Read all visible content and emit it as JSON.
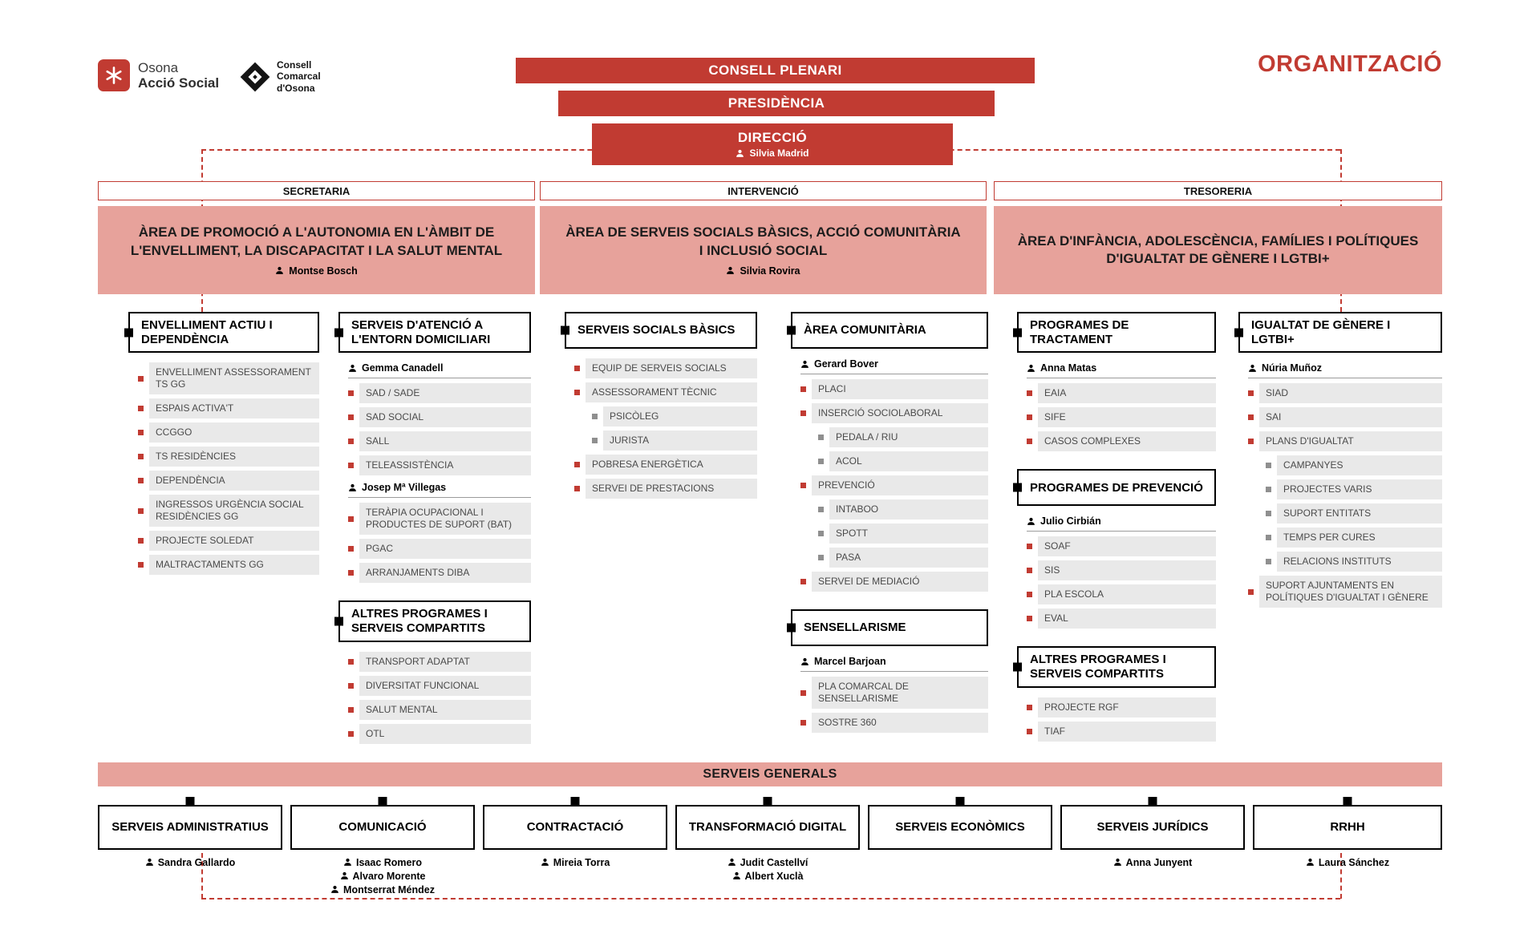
{
  "title": "ORGANITZACIÓ",
  "logos": {
    "osona": {
      "name1": "Osona",
      "name2": "Acció Social"
    },
    "consell": {
      "name1": "Consell",
      "name2": "Comarcal",
      "name3": "d'Osona"
    }
  },
  "hierarchy": {
    "level1": "CONSELL PLENARI",
    "level2": "PRESIDÈNCIA",
    "level3": {
      "label": "DIRECCIÓ",
      "person": "Silvia Madrid"
    }
  },
  "officers": [
    "SECRETARIA",
    "INTERVENCIÓ",
    "TRESORERIA"
  ],
  "areas": [
    {
      "title": "ÀREA DE PROMOCIÓ A L'AUTONOMIA EN L'ÀMBIT DE L'ENVELLIMENT, LA DISCAPACITAT I LA SALUT MENTAL",
      "person": "Montse Bosch"
    },
    {
      "title": "ÀREA DE SERVEIS SOCIALS BÀSICS, ACCIÓ COMUNITÀRIA I INCLUSIÓ SOCIAL",
      "person": "Silvia Rovira"
    },
    {
      "title": "ÀREA D'INFÀNCIA, ADOLESCÈNCIA, FAMÍLIES I POLÍTIQUES D'IGUALTAT DE GÈNERE I LGTBI+",
      "person": ""
    }
  ],
  "columns": [
    {
      "blocks": [
        {
          "type": "header",
          "text": "ENVELLIMENT ACTIU I DEPENDÈNCIA"
        },
        {
          "type": "item",
          "level": 1,
          "text": "ENVELLIMENT ASSESSORAMENT TS GG"
        },
        {
          "type": "item",
          "level": 1,
          "text": "ESPAIS ACTIVA'T"
        },
        {
          "type": "item",
          "level": 1,
          "text": "CCGGO"
        },
        {
          "type": "item",
          "level": 1,
          "text": "TS RESIDÈNCIES"
        },
        {
          "type": "item",
          "level": 1,
          "text": "DEPENDÈNCIA"
        },
        {
          "type": "item",
          "level": 1,
          "text": "INGRESSOS URGÈNCIA SOCIAL RESIDÈNCIES GG"
        },
        {
          "type": "item",
          "level": 1,
          "text": "PROJECTE SOLEDAT"
        },
        {
          "type": "item",
          "level": 1,
          "text": "MALTRACTAMENTS GG"
        }
      ]
    },
    {
      "blocks": [
        {
          "type": "header",
          "text": "SERVEIS D'ATENCIÓ A L'ENTORN DOMICILIARI"
        },
        {
          "type": "person",
          "name": "Gemma Canadell"
        },
        {
          "type": "item",
          "level": 1,
          "text": "SAD / SADE"
        },
        {
          "type": "item",
          "level": 1,
          "text": "SAD SOCIAL"
        },
        {
          "type": "item",
          "level": 1,
          "text": "SALL"
        },
        {
          "type": "item",
          "level": 1,
          "text": "TELEASSISTÈNCIA"
        },
        {
          "type": "person",
          "name": "Josep Mª Villegas"
        },
        {
          "type": "item",
          "level": 1,
          "text": "TERÀPIA OCUPACIONAL I PRODUCTES DE SUPORT (BAT)"
        },
        {
          "type": "item",
          "level": 1,
          "text": "PGAC"
        },
        {
          "type": "item",
          "level": 1,
          "text": "ARRANJAMENTS DIBA"
        },
        {
          "type": "header",
          "text": "ALTRES PROGRAMES I SERVEIS COMPARTITS"
        },
        {
          "type": "item",
          "level": 1,
          "text": "TRANSPORT ADAPTAT"
        },
        {
          "type": "item",
          "level": 1,
          "text": "DIVERSITAT FUNCIONAL"
        },
        {
          "type": "item",
          "level": 1,
          "text": "SALUT MENTAL"
        },
        {
          "type": "item",
          "level": 1,
          "text": "OTL"
        }
      ]
    },
    {
      "blocks": [
        {
          "type": "header",
          "text": "SERVEIS SOCIALS BÀSICS"
        },
        {
          "type": "item",
          "level": 1,
          "text": "EQUIP DE SERVEIS SOCIALS"
        },
        {
          "type": "item",
          "level": 1,
          "text": "ASSESSORAMENT TÈCNIC"
        },
        {
          "type": "item",
          "level": 2,
          "text": "PSICÒLEG"
        },
        {
          "type": "item",
          "level": 2,
          "text": "JURISTA"
        },
        {
          "type": "item",
          "level": 1,
          "text": "POBRESA ENERGÈTICA"
        },
        {
          "type": "item",
          "level": 1,
          "text": "SERVEI DE PRESTACIONS"
        }
      ]
    },
    {
      "blocks": [
        {
          "type": "header",
          "text": "ÀREA COMUNITÀRIA"
        },
        {
          "type": "person",
          "name": "Gerard Bover"
        },
        {
          "type": "item",
          "level": 1,
          "text": "PLACI"
        },
        {
          "type": "item",
          "level": 1,
          "text": "INSERCIÓ SOCIOLABORAL"
        },
        {
          "type": "item",
          "level": 2,
          "text": "PEDALA / RIU"
        },
        {
          "type": "item",
          "level": 2,
          "text": "ACOL"
        },
        {
          "type": "item",
          "level": 1,
          "text": "PREVENCIÓ"
        },
        {
          "type": "item",
          "level": 2,
          "text": "INTABOO"
        },
        {
          "type": "item",
          "level": 2,
          "text": "SPOTT"
        },
        {
          "type": "item",
          "level": 2,
          "text": "PASA"
        },
        {
          "type": "item",
          "level": 1,
          "text": "SERVEI DE MEDIACIÓ"
        },
        {
          "type": "header",
          "text": "SENSELLARISME"
        },
        {
          "type": "person",
          "name": "Marcel Barjoan"
        },
        {
          "type": "item",
          "level": 1,
          "text": "PLA COMARCAL DE SENSELLARISME"
        },
        {
          "type": "item",
          "level": 1,
          "text": "SOSTRE 360"
        }
      ]
    },
    {
      "blocks": [
        {
          "type": "header",
          "text": "PROGRAMES DE TRACTAMENT"
        },
        {
          "type": "person",
          "name": "Anna Matas"
        },
        {
          "type": "item",
          "level": 1,
          "text": "EAIA"
        },
        {
          "type": "item",
          "level": 1,
          "text": "SIFE"
        },
        {
          "type": "item",
          "level": 1,
          "text": "CASOS COMPLEXES"
        },
        {
          "type": "header",
          "text": "PROGRAMES DE PREVENCIÓ"
        },
        {
          "type": "person",
          "name": "Julio Cirbián"
        },
        {
          "type": "item",
          "level": 1,
          "text": "SOAF"
        },
        {
          "type": "item",
          "level": 1,
          "text": "SIS"
        },
        {
          "type": "item",
          "level": 1,
          "text": "PLA ESCOLA"
        },
        {
          "type": "item",
          "level": 1,
          "text": "EVAL"
        },
        {
          "type": "header",
          "text": "ALTRES PROGRAMES I SERVEIS COMPARTITS"
        },
        {
          "type": "item",
          "level": 1,
          "text": "PROJECTE RGF"
        },
        {
          "type": "item",
          "level": 1,
          "text": "TIAF"
        }
      ]
    },
    {
      "blocks": [
        {
          "type": "header",
          "text": "IGUALTAT DE GÈNERE I LGTBI+"
        },
        {
          "type": "person",
          "name": "Núria Muñoz"
        },
        {
          "type": "item",
          "level": 1,
          "text": "SIAD"
        },
        {
          "type": "item",
          "level": 1,
          "text": "SAI"
        },
        {
          "type": "item",
          "level": 1,
          "text": "PLANS D'IGUALTAT"
        },
        {
          "type": "item",
          "level": 2,
          "text": "CAMPANYES"
        },
        {
          "type": "item",
          "level": 2,
          "text": "PROJECTES VARIS"
        },
        {
          "type": "item",
          "level": 2,
          "text": "SUPORT ENTITATS"
        },
        {
          "type": "item",
          "level": 2,
          "text": "TEMPS PER CURES"
        },
        {
          "type": "item",
          "level": 2,
          "text": "RELACIONS INSTITUTS"
        },
        {
          "type": "item",
          "level": 1,
          "text": "SUPORT AJUNTAMENTS EN POLÍTIQUES D'IGUALTAT I GÈNERE"
        }
      ]
    }
  ],
  "general_services": {
    "bar": "SERVEIS GENERALS",
    "departments": [
      {
        "label": "SERVEIS ADMINISTRATIUS",
        "persons": [
          "Sandra Gallardo"
        ]
      },
      {
        "label": "COMUNICACIÓ",
        "persons": [
          "Isaac Romero",
          "Alvaro Morente",
          "Montserrat Méndez"
        ]
      },
      {
        "label": "CONTRACTACIÓ",
        "persons": [
          "Mireia Torra"
        ]
      },
      {
        "label": "TRANSFORMACIÓ DIGITAL",
        "persons": [
          "Judit Castellví",
          "Albert Xuclà"
        ]
      },
      {
        "label": "SERVEIS ECONÒMICS",
        "persons": []
      },
      {
        "label": "SERVEIS JURÍDICS",
        "persons": [
          "Anna Junyent"
        ]
      },
      {
        "label": "RRHH",
        "persons": [
          "Laura Sánchez"
        ]
      }
    ]
  },
  "colors": {
    "primary_red": "#c13b32",
    "area_pink": "#e7a29b",
    "item_gray": "#e9e9e9",
    "bullet_gray": "#8f8f8f",
    "item_text_gray": "#4a4a4a"
  }
}
